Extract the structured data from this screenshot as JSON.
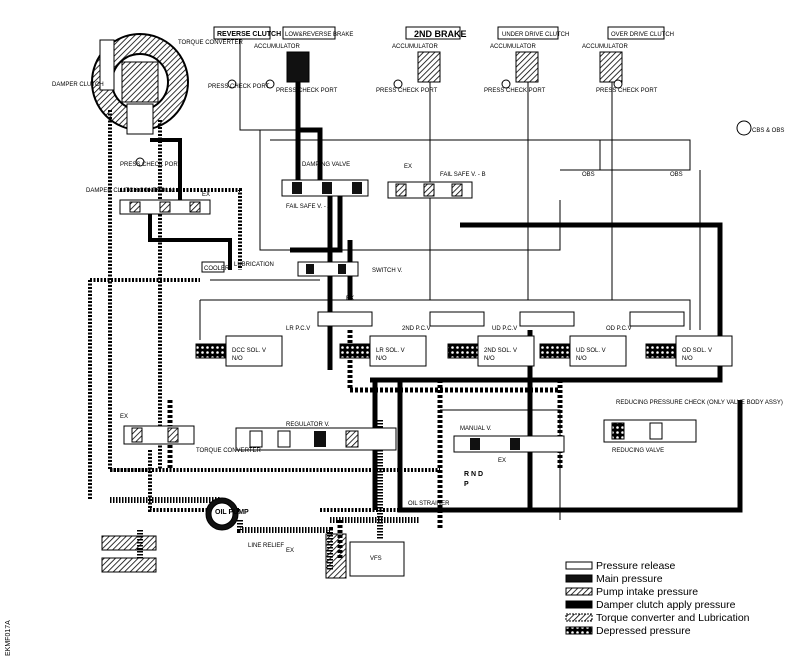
{
  "labels": {
    "torque_converter": "TORQUE CONVERTER",
    "damper_clutch": "DAMPER CLUTCH",
    "damper_clutch_control_v": "DAMPER CLUTCH CONTROL V.",
    "press_check_port": "PRESS CHECK PORT",
    "reverse_clutch": "REVERSE CLUTCH",
    "low_reverse_brake": "LOW&REVERSE BRAKE",
    "second_brake": "2ND BRAKE",
    "under_drive_clutch": "UNDER DRIVE CLUTCH",
    "over_drive_clutch": "OVER DRIVE CLUTCH",
    "accumulator": "ACCUMULATOR",
    "damping_valve": "DAMPING VALVE",
    "fail_safe_a": "FAIL SAFE V. - A",
    "fail_safe_b": "FAIL SAFE V. - B",
    "switch_v": "SWITCH V.",
    "cooler": "COOLER",
    "lubrication": "LUBRICATION",
    "lr_pcv": "LR P.C.V",
    "second_pcv": "2ND P.C.V",
    "ud_pcv": "UD P.C.V",
    "od_pcv": "OD P.C.V",
    "dcc_sol": "DCC SOL. V",
    "lr_sol": "LR SOL. V",
    "second_sol": "2ND SOL. V",
    "ud_sol": "UD SOL. V",
    "od_sol": "OD SOL. V",
    "no": "N/O",
    "ex": "EX",
    "regulator_v": "REGULATOR V.",
    "torque_converter_small": "TORQUE CONVERTER",
    "manual_v": "MANUAL V.",
    "rndp": "R N D",
    "rndp_p": "P",
    "oil_pump": "OIL PUMP",
    "oil_strainer": "OIL STRAINER",
    "line_relief": "LINE RELIEF",
    "vfs": "VFS",
    "reducing_valve": "REDUCING VALVE",
    "reducing_check": "REDUCING PRESSURE CHECK (ONLY VALVE BODY ASSY)",
    "obs": "OBS",
    "cbs_obs": "CBS & OBS",
    "side_code": "EKMF017A"
  },
  "legend": [
    {
      "style": "release",
      "text": "Pressure release"
    },
    {
      "style": "main",
      "text": "Main pressure"
    },
    {
      "style": "intake",
      "text": "Pump intake pressure"
    },
    {
      "style": "damper",
      "text": "Damper clutch apply pressure"
    },
    {
      "style": "tc",
      "text": "Torque converter and Lubrication"
    },
    {
      "style": "depressed",
      "text": "Depressed pressure"
    }
  ]
}
